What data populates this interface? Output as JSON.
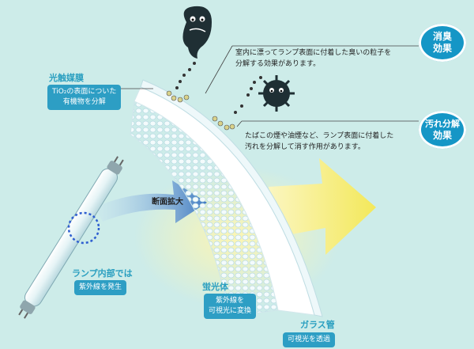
{
  "colors": {
    "background": "#cdece9",
    "accent": "#2a9fc0",
    "badge": "#1596c6",
    "arrow_yellow": "#f6ef8a",
    "arrow_blue": "#3e79c4"
  },
  "labels": {
    "coating": "光触媒膜",
    "coating_note_1": "TiO₂の表面についた",
    "coating_note_2": "有機物を分解",
    "cross_section": "断面拡大",
    "lamp_inside": "ランプ内部では",
    "lamp_note": "紫外線を発生",
    "phosphor": "蛍光体",
    "phosphor_note_1": "紫外線を",
    "phosphor_note_2": "可視光に変換",
    "glass": "ガラス管",
    "glass_note": "可視光を透過"
  },
  "effects": [
    {
      "badge_line1": "消臭",
      "badge_line2": "効果",
      "text_line1": "室内に漂ってランプ表面に付着した臭いの粒子を",
      "text_line2": "分解する効果があります。",
      "icon": "odor-particle-icon"
    },
    {
      "badge_line1": "汚れ分解",
      "badge_line2": "効果",
      "text_line1": "たばこの煙や油煙など、ランプ表面に付着した",
      "text_line2": "汚れを分解して消す作用があります。",
      "icon": "dirt-particle-icon"
    }
  ]
}
